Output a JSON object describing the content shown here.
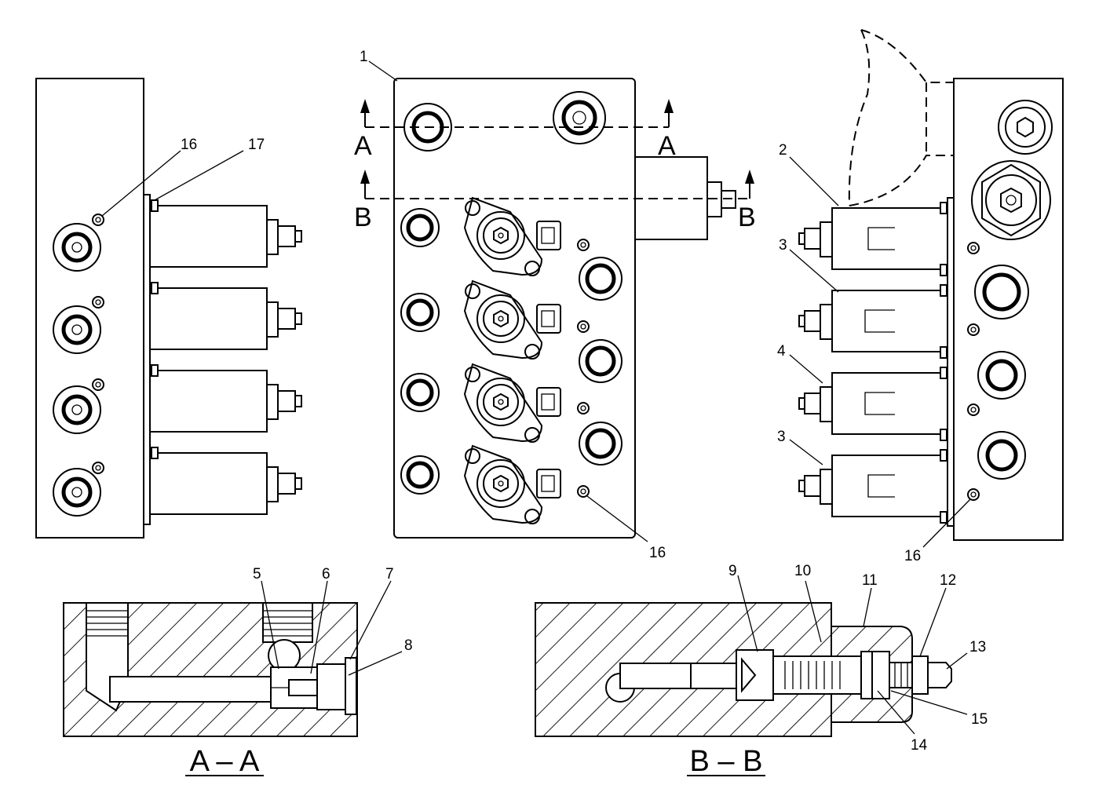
{
  "figure": {
    "section_titles": {
      "aa": "A – A",
      "bb": "B – B"
    },
    "section_markers": {
      "a": "A",
      "b": "B"
    },
    "callouts": {
      "c1": "1",
      "c2": "2",
      "c3a": "3",
      "c3b": "3",
      "c4": "4",
      "c5": "5",
      "c6": "6",
      "c7": "7",
      "c8": "8",
      "c9": "9",
      "c10": "10",
      "c11": "11",
      "c12": "12",
      "c13": "13",
      "c14": "14",
      "c15": "15",
      "c16a": "16",
      "c16b": "16",
      "c16c": "16",
      "c17": "17"
    }
  }
}
